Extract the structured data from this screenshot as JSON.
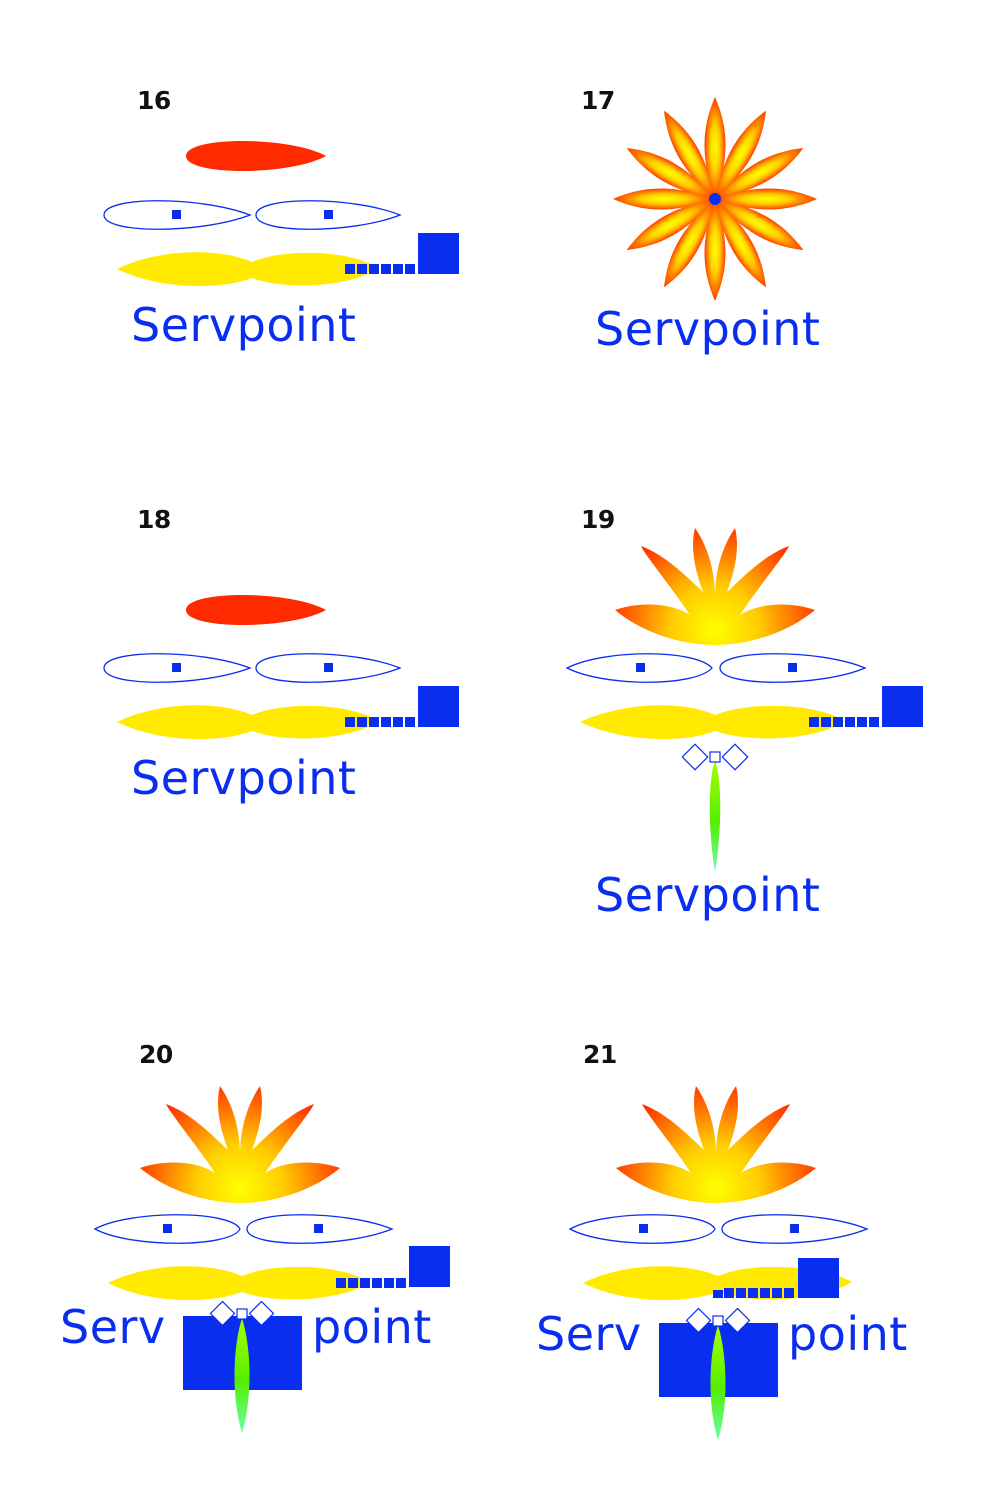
{
  "brand": {
    "name": "Servpoint",
    "name_part_1": "Serv",
    "name_part_2": "point",
    "colors": {
      "blue": "#0a2ef0",
      "red": "#ff2a00",
      "yellow": "#ffea00",
      "orange": "#ff9000",
      "green": "#66ee00",
      "mint": "#66ffaa",
      "number_text": "#111111"
    }
  },
  "panels": [
    {
      "number": "16",
      "wordmark": "Servpoint",
      "elements": [
        "red-leaf",
        "eye-outlines",
        "yellow-wings",
        "square-tail"
      ]
    },
    {
      "number": "17",
      "wordmark": "Servpoint",
      "elements": [
        "gradient-sunflower",
        "blue-center-dot"
      ]
    },
    {
      "number": "18",
      "wordmark": "Servpoint",
      "elements": [
        "red-leaf",
        "eye-outlines",
        "yellow-wings",
        "square-tail"
      ]
    },
    {
      "number": "19",
      "wordmark": "Servpoint",
      "elements": [
        "gradient-lotus",
        "eye-outlines",
        "yellow-wings",
        "square-tail",
        "bow-tie",
        "green-body"
      ]
    },
    {
      "number": "20",
      "wordmark_left": "Serv",
      "wordmark_right": "point",
      "elements": [
        "gradient-lotus",
        "eye-outlines",
        "yellow-wings",
        "square-tail",
        "blue-shirt",
        "bow-tie",
        "green-body"
      ]
    },
    {
      "number": "21",
      "wordmark_left": "Serv",
      "wordmark_right": "point",
      "elements": [
        "gradient-lotus",
        "eye-outlines",
        "yellow-wings",
        "square-tail-overlapping",
        "blue-shirt",
        "bow-tie",
        "green-body"
      ]
    }
  ]
}
